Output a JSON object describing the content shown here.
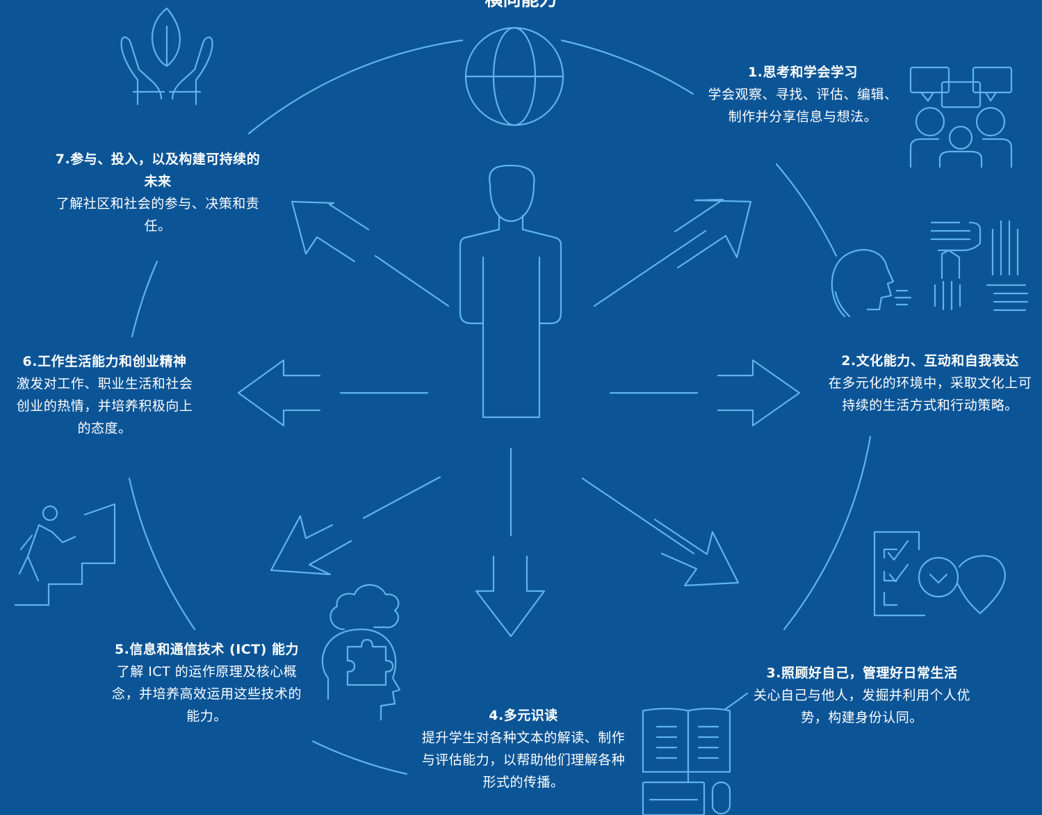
{
  "diagram": {
    "title": "横向能力",
    "competencies": [
      {
        "title": "1.思考和学会学习",
        "desc": "学会观察、寻找、评估、编辑、制作并分享信息与想法。"
      },
      {
        "title": "2.文化能力、互动和自我表达",
        "desc": "在多元化的环境中，采取文化上可持续的生活方式和行动策略。"
      },
      {
        "title": "3.照顾好自己，管理好日常生活",
        "desc": "关心自己与他人，发掘并利用个人优势，构建身份认同。"
      },
      {
        "title": "4.多元识读",
        "desc": "提升学生对各种文本的解读、制作与评估能力，以帮助他们理解各种形式的传播。"
      },
      {
        "title": "5.信息和通信技术 (ICT) 能力",
        "desc": "了解 ICT 的运作原理及核心概念，并培养高效运用这些技术的能力。"
      },
      {
        "title": "6.工作生活能力和创业精神",
        "desc": "激发对工作、职业生活和社会创业的热情，并培养积极向上的态度。"
      },
      {
        "title": "7.参与、投入，以及构建可持续的未来",
        "desc": "了解社区和社会的参与、决策和责任。"
      }
    ]
  }
}
